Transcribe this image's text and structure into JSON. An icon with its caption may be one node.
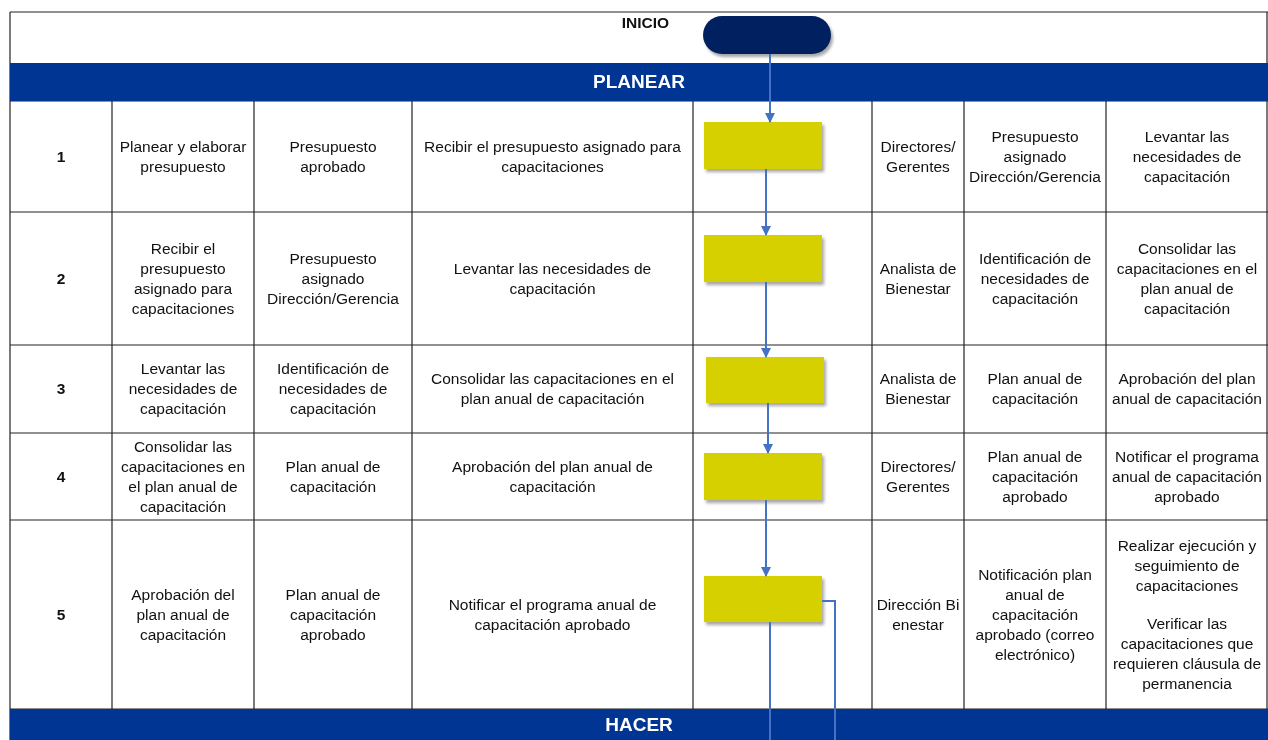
{
  "diagram": {
    "nodes": [
      {
        "text": [],
        "shape": "box",
        "beside": [
          "INICIO"
        ]
      },
      {
        "text": [],
        "shape": "box"
      },
      {
        "text": [],
        "shape": "box"
      },
      {
        "text": [],
        "shape": "box"
      },
      {
        "text": [],
        "shape": "box"
      },
      {
        "text": [],
        "shape": "box"
      }
    ],
    "edges": [
      {
        "from": 0,
        "to": 1,
        "arrow": "to"
      },
      {
        "from": 1,
        "to": 2,
        "arrow": "to"
      },
      {
        "from": 2,
        "to": 3,
        "arrow": "to"
      },
      {
        "from": 3,
        "to": 4,
        "arrow": "to"
      },
      {
        "from": 4,
        "to": 5,
        "arrow": "to"
      },
      {
        "from": 5,
        "to": null,
        "arrow": "none"
      },
      {
        "from": 5,
        "to": null,
        "arrow": "none"
      }
    ],
    "labels": [
      "PLANEAR",
      "1",
      "Planear y elaborar presupuesto",
      "Presupuesto aprobado",
      "Recibir el presupuesto asignado para capacitaciones",
      "Directores/Gerentes",
      "Presupuesto asignado Dirección/Gerencia",
      "Levantar las necesidades de capacitación",
      "2",
      "Recibir el presupuesto asignado para capacitaciones",
      "Presupuesto asignado Dirección/Gerencia",
      "Levantar las necesidades de capacitación",
      "Analista de Bienestar",
      "Identificación de necesidades de capacitación",
      "Consolidar las capacitaciones en el plan anual de capacitación",
      "3",
      "Levantar las necesidades de capacitación",
      "Identificación de necesidades de capacitación",
      "Consolidar las capacitaciones en el plan anual de capacitación",
      "Analista de Bienestar",
      "Plan anual de capacitación",
      "Aprobación del plan anual de capacitación",
      "4",
      "Consolidar las capacitaciones en el plan anual de capacitación",
      "Plan anual de capacitación",
      "Aprobación del plan anual de capacitación",
      "Directores/Gerentes",
      "Plan anual de capacitación aprobado",
      "Notificar el programa anual de capacitación aprobado",
      "5",
      "Aprobación del plan anual de capacitación",
      "Plan anual de capacitación aprobado",
      "Notificar el programa anual de capacitación aprobado",
      "Dirección Bienestar",
      "Notificación plan anual de capacitación aprobado (correo electrónico)",
      "Realizar ejecución y seguimiento de capacitaciones",
      "Verificar las capacitaciones que requieren cláusula de permanencia",
      "HACER"
    ]
  }
}
